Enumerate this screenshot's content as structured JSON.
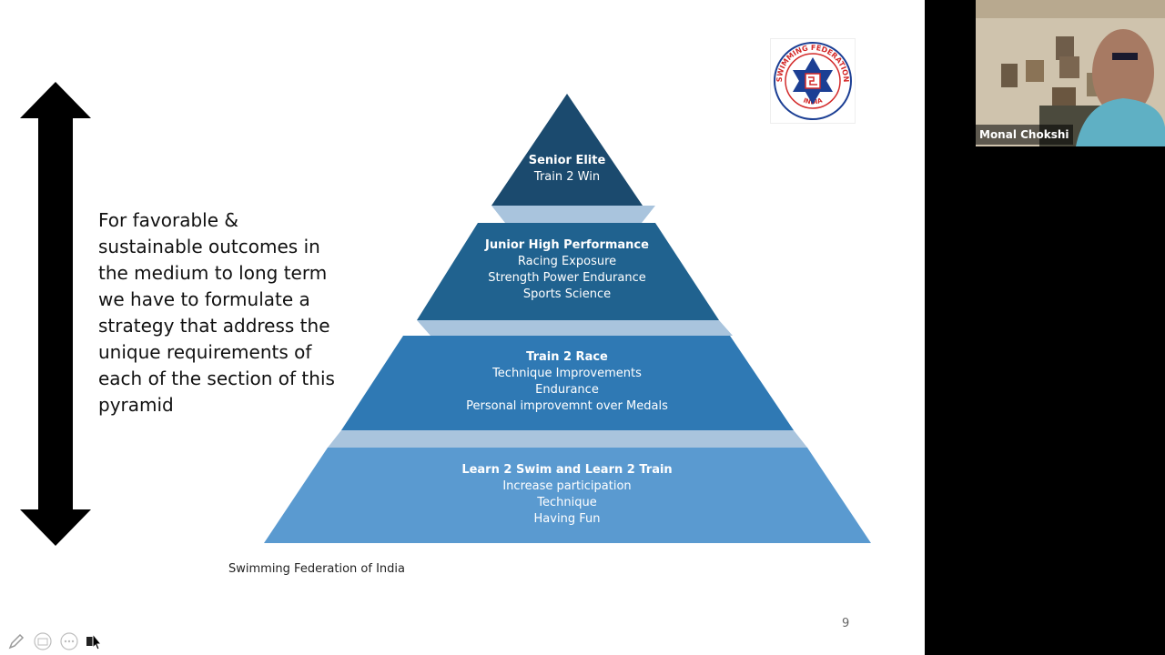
{
  "slide": {
    "body_text": "For favorable & sustainable outcomes in the medium to long term we have to formulate a strategy that address the unique requirements of each of the section of this pyramid",
    "footer": "Swimming Federation of India",
    "page_number": "9",
    "logo": {
      "top_text": "SWIMMING FEDERATION",
      "bottom_text": "INDIA"
    },
    "pyramid": {
      "tiers": [
        {
          "title": "Senior Elite",
          "lines": [
            "Train 2 Win"
          ],
          "color": "#1b4a6e"
        },
        {
          "title": "Junior High Performance",
          "lines": [
            "Racing Exposure",
            "Strength Power Endurance",
            "Sports Science"
          ],
          "color": "#20628f"
        },
        {
          "title": "Train 2 Race",
          "lines": [
            "Technique Improvements",
            "Endurance",
            "Personal improvemnt over Medals"
          ],
          "color": "#2f79b4"
        },
        {
          "title": "Learn 2 Swim and Learn 2 Train",
          "lines": [
            "Increase participation",
            "Technique",
            "Having Fun"
          ],
          "color": "#5a9ad0"
        }
      ],
      "connector_color": "#a9c4dd"
    }
  },
  "participant": {
    "name": "Monal Chokshi"
  },
  "toolbar": {
    "icons": [
      "pen-icon",
      "subtitles-icon",
      "more-icon",
      "pointer-icon"
    ]
  }
}
